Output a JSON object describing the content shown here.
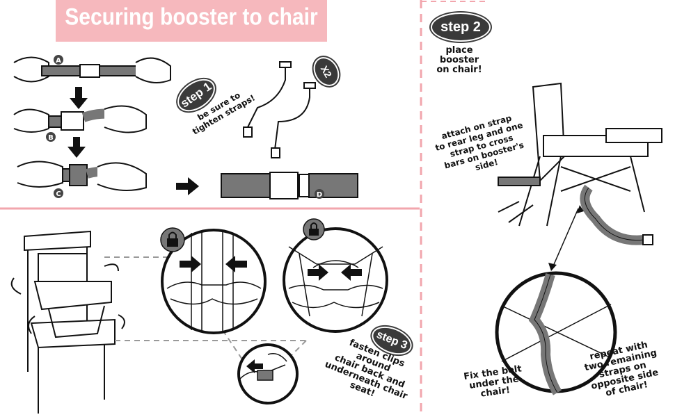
{
  "title": "Securing booster to chair",
  "step1": {
    "badge": "step 1",
    "note": "be sure to\ntighten straps!",
    "multiplier": "X2"
  },
  "step2": {
    "badge": "step 2",
    "note": "place\nbooster\non chair!",
    "attach_note": "attach on strap\nto rear leg and one\nstrap to cross\nbars on booster's\nside!",
    "fix_note": "Fix the belt\nunder the\nchair!",
    "repeat_note": "repeat with\ntwo remaining\nstraps on\nopposite side\nof chair!"
  },
  "step3": {
    "badge": "step 3",
    "note": "fasten clips\naround\nchair back and\nunderneath chair\nseat!"
  },
  "buckle_labels": [
    "A",
    "B",
    "C",
    "D"
  ],
  "icons": [
    "lock-icon",
    "arrow-right-icon",
    "arrow-down-icon",
    "arrow-left-icon"
  ],
  "colors": {
    "banner": "#f6b8bd",
    "divider": "#f2a6ad",
    "badge": "#3a3a3a",
    "strap": "#777777"
  }
}
